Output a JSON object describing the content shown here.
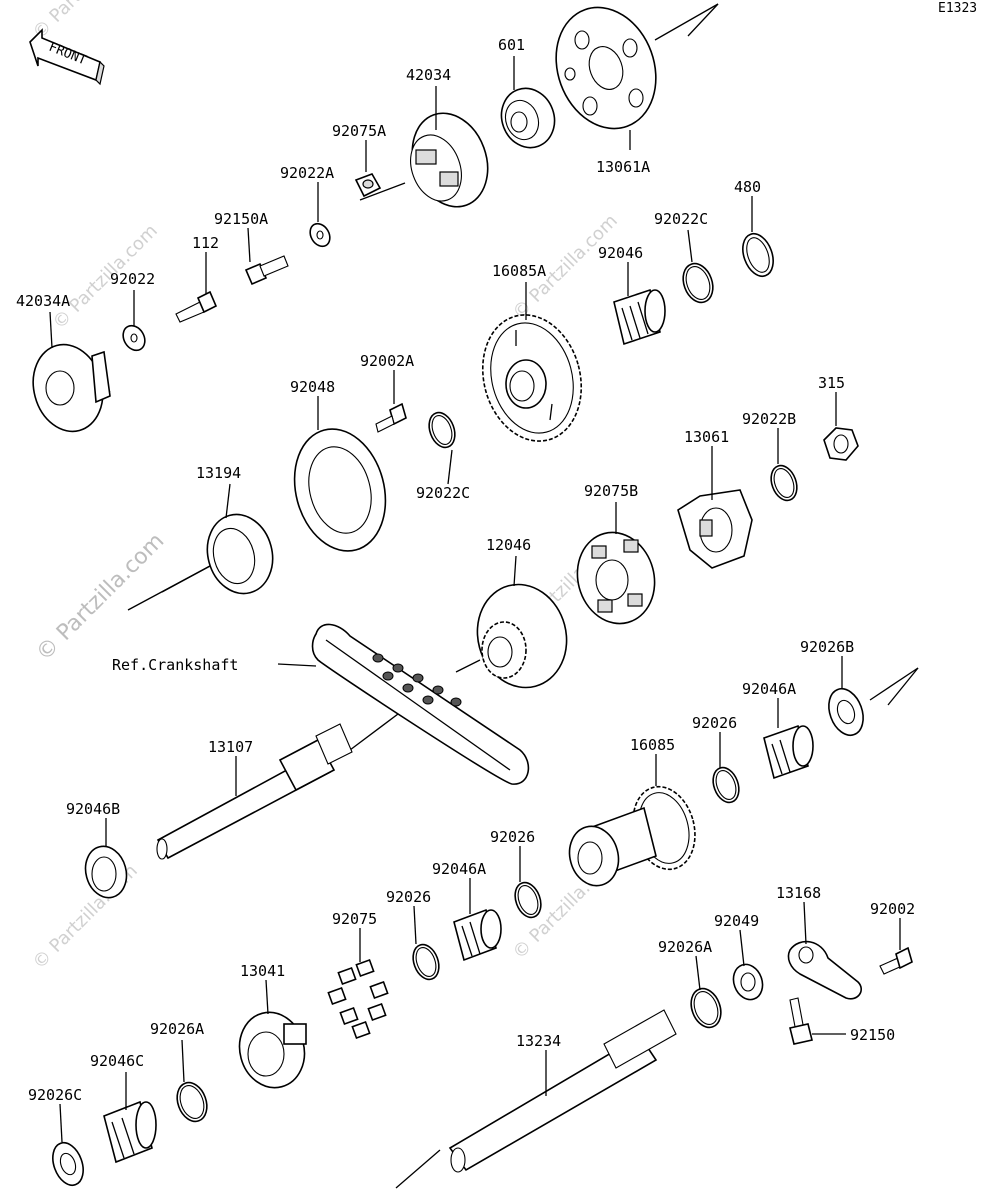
{
  "diagram_code": "E1323",
  "front_label": "FRONT",
  "watermark": "© Partzilla.com",
  "ref_label": "Ref.Crankshaft",
  "parts": [
    {
      "id": "p42034",
      "label": "42034"
    },
    {
      "id": "p601",
      "label": "601"
    },
    {
      "id": "p13061A",
      "label": "13061A"
    },
    {
      "id": "p92075A",
      "label": "92075A"
    },
    {
      "id": "p92022A",
      "label": "92022A"
    },
    {
      "id": "p92150A",
      "label": "92150A"
    },
    {
      "id": "p112",
      "label": "112"
    },
    {
      "id": "p92022",
      "label": "92022"
    },
    {
      "id": "p42034A",
      "label": "42034A"
    },
    {
      "id": "p480",
      "label": "480"
    },
    {
      "id": "p92022C_top",
      "label": "92022C"
    },
    {
      "id": "p92046",
      "label": "92046"
    },
    {
      "id": "p16085A",
      "label": "16085A"
    },
    {
      "id": "p92002A",
      "label": "92002A"
    },
    {
      "id": "p92048",
      "label": "92048"
    },
    {
      "id": "p92022C",
      "label": "92022C"
    },
    {
      "id": "p315",
      "label": "315"
    },
    {
      "id": "p92022B",
      "label": "92022B"
    },
    {
      "id": "p13061",
      "label": "13061"
    },
    {
      "id": "p13194",
      "label": "13194"
    },
    {
      "id": "p92075B",
      "label": "92075B"
    },
    {
      "id": "p12046",
      "label": "12046"
    },
    {
      "id": "p92026B",
      "label": "92026B"
    },
    {
      "id": "p92046A_top",
      "label": "92046A"
    },
    {
      "id": "p92026_top",
      "label": "92026"
    },
    {
      "id": "p16085",
      "label": "16085"
    },
    {
      "id": "p13107",
      "label": "13107"
    },
    {
      "id": "p92046B",
      "label": "92046B"
    },
    {
      "id": "p92026_mid",
      "label": "92026"
    },
    {
      "id": "p92046A",
      "label": "92046A"
    },
    {
      "id": "p92026",
      "label": "92026"
    },
    {
      "id": "p92075",
      "label": "92075"
    },
    {
      "id": "p13168",
      "label": "13168"
    },
    {
      "id": "p92002",
      "label": "92002"
    },
    {
      "id": "p92049",
      "label": "92049"
    },
    {
      "id": "p92026A_right",
      "label": "92026A"
    },
    {
      "id": "p92150",
      "label": "92150"
    },
    {
      "id": "p13041",
      "label": "13041"
    },
    {
      "id": "p13234",
      "label": "13234"
    },
    {
      "id": "p92026A",
      "label": "92026A"
    },
    {
      "id": "p92046C",
      "label": "92046C"
    },
    {
      "id": "p92026C",
      "label": "92026C"
    }
  ]
}
